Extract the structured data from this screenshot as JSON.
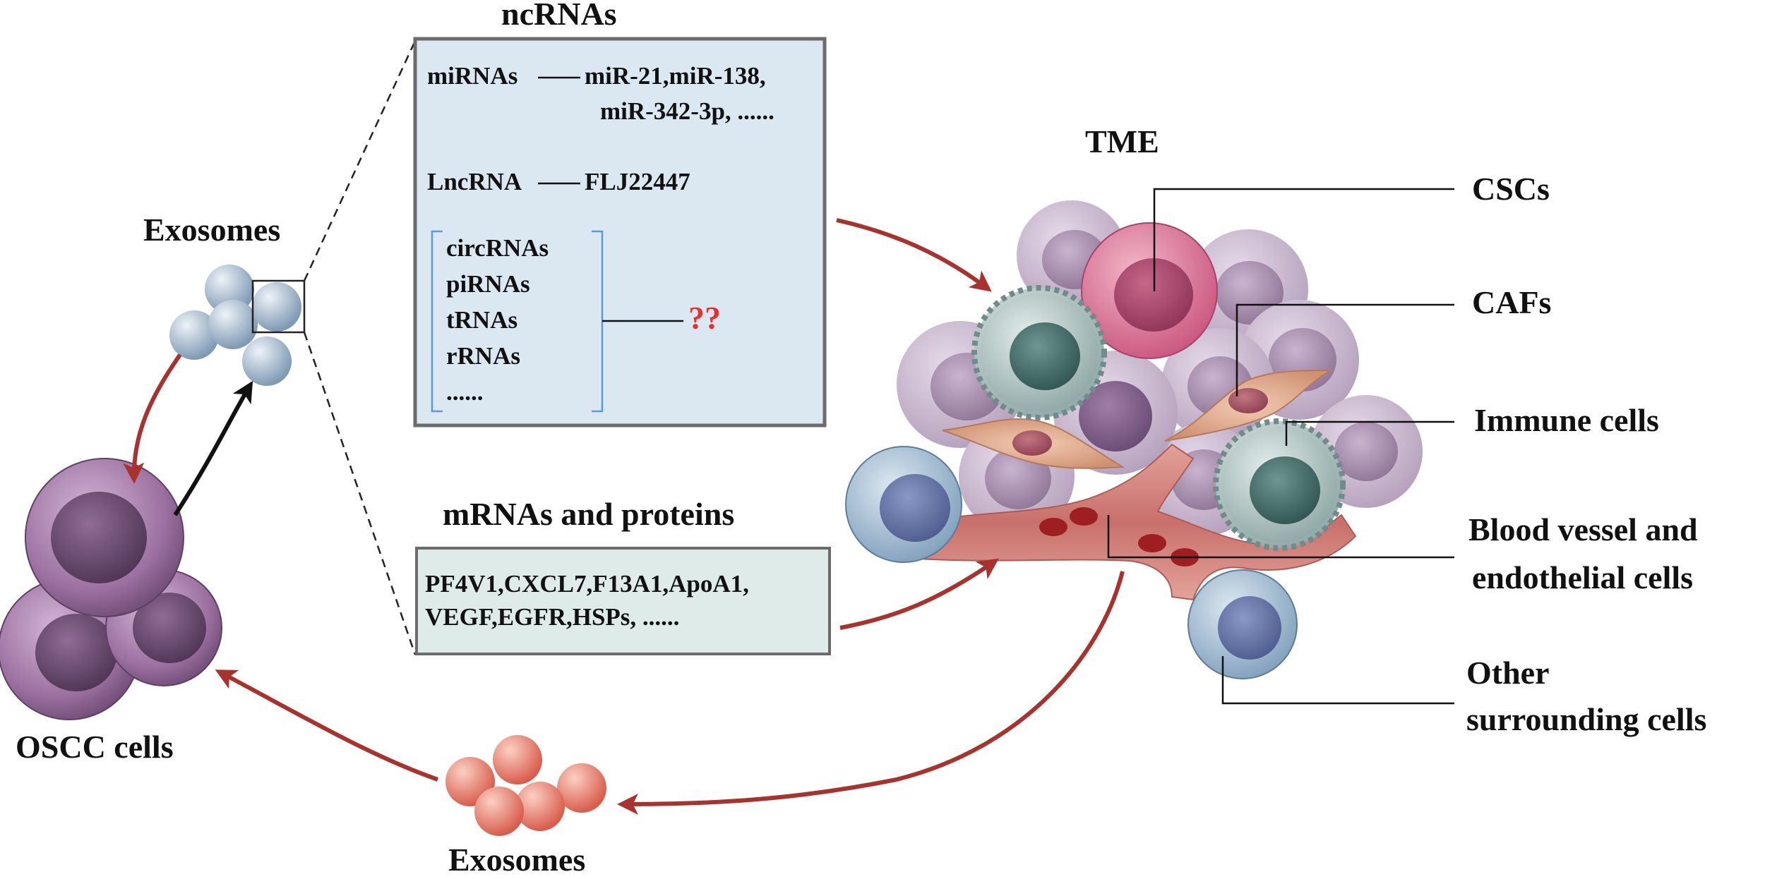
{
  "labels": {
    "tme": "TME",
    "csc": "CSCs",
    "caf": "CAFs",
    "immune": "Immune cells",
    "blood1": "Blood vessel and",
    "blood2": "endothelial cells",
    "other1": "Other",
    "other2": "surrounding cells",
    "exosomes_top": "Exosomes",
    "exosomes_bottom": "Exosomes",
    "oscc": "OSCC cells",
    "ncrnas_title": "ncRNAs",
    "mrnas_title": "mRNAs and proteins"
  },
  "ncrna_box": {
    "mirna_label": "miRNAs",
    "mirna_values_1": "miR-21,miR-138,",
    "mirna_values_2": "miR-342-3p, ......",
    "lncrna_label": "LncRNA",
    "lncrna_value": "FLJ22447",
    "unknown_list": [
      "circRNAs",
      "piRNAs",
      "tRNAs",
      "rRNAs",
      "......"
    ],
    "unknown_marker": "??"
  },
  "mrna_box": {
    "line1": "PF4V1,CXCL7,F13A1,ApoA1,",
    "line2": "VEGF,EGFR,HSPs, ......"
  },
  "colors": {
    "arrow_red": "#a8322d",
    "arrow_black": "#111111",
    "ncrna_box_fill": "#dce8f1",
    "mrna_box_fill": "#dfebe8",
    "box_border": "#6b6b6b",
    "bracket_blue": "#5b9bd5",
    "question_red": "#e5312f",
    "csc_pink": "#d9698f",
    "immune_teal": "#4f7573",
    "caf_tan": "#dba98a",
    "vessel_red": "#c86a66",
    "oscc_purple": "#9b6f9f",
    "exosome_blue": "#9fb7cd",
    "exosome_red": "#ec7e6b",
    "other_blue": "#9cb7cd"
  },
  "icons": [
    "oscc-cell-icon",
    "exosome-vesicle-icon",
    "cancer-stem-cell-icon",
    "fibroblast-icon",
    "immune-cell-icon",
    "blood-vessel-icon",
    "surrounding-cell-icon"
  ]
}
